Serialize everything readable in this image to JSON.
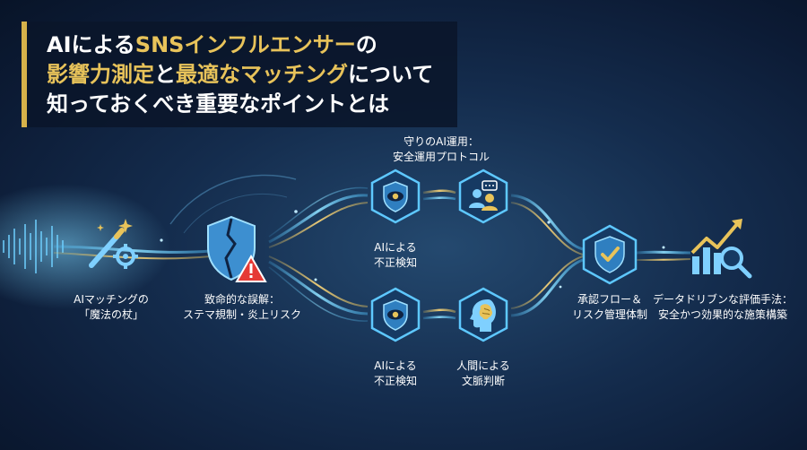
{
  "title": {
    "line1_a": "AIによる",
    "line1_b": "SNSインフルエンサー",
    "line1_c": "の",
    "line2_a": "影響力測定",
    "line2_b": "と",
    "line2_c": "最適なマッチング",
    "line2_d": "について",
    "line3": "知っておくべき重要なポイントとは"
  },
  "nodes": {
    "magic_wand": {
      "line1": "AIマッチングの",
      "line2": "「魔法の杖」",
      "icon": "magic-wand-gear-icon"
    },
    "misconception": {
      "line1": "致命的な誤解：",
      "line2": "ステマ規制・炎上リスク",
      "icon": "broken-shield-warning-icon"
    },
    "protocol": {
      "line1": "守りのAI運用：",
      "line2": "安全運用プロトコル"
    },
    "fraud_top": {
      "line1": "AIによる",
      "line2": "不正検知",
      "icon": "shield-eye-icon"
    },
    "team": {
      "icon": "people-chat-icon"
    },
    "fraud_bottom": {
      "line1": "AIによる",
      "line2": "不正検知",
      "icon": "shield-eye-icon"
    },
    "human": {
      "line1": "人間による",
      "line2": "文脈判断",
      "icon": "human-brain-icon"
    },
    "approval": {
      "line1": "承認フロー＆",
      "line2": "リスク管理体制",
      "icon": "shield-check-icon"
    },
    "evaluation": {
      "line1": "データドリブンな評価手法：",
      "line2": "安全かつ効果的な施策構築",
      "icon": "growth-chart-magnifier-icon"
    }
  },
  "colors": {
    "background": "#0f2342",
    "gold": "#e8c35a",
    "blue_glow": "#4fc3ff",
    "hex_fill": "#163a63",
    "hex_border": "#5ec8ff",
    "warning_red": "#e53935"
  }
}
